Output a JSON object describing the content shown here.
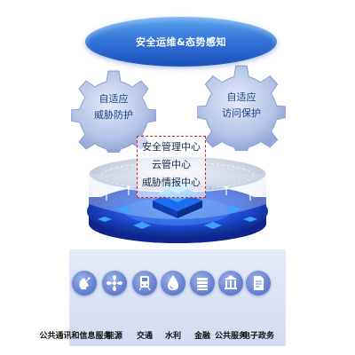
{
  "header": {
    "title": "安全运维&态势感知"
  },
  "gears": [
    {
      "line1": "自适应",
      "line2": "威胁防护"
    },
    {
      "line1": "自适应",
      "line2": "访问保护"
    }
  ],
  "center": {
    "lines": [
      "安全管理中心",
      "云管中心",
      "威胁情报中心"
    ]
  },
  "industries": [
    {
      "label": "公共通讯和信息服务",
      "icon": "satellite-dish-icon"
    },
    {
      "label": "能源",
      "icon": "fan-icon"
    },
    {
      "label": "交通",
      "icon": "train-icon"
    },
    {
      "label": "水利",
      "icon": "water-drop-icon"
    },
    {
      "label": "金融",
      "icon": "coin-stack-icon"
    },
    {
      "label": "公共服务",
      "icon": "government-building-icon"
    },
    {
      "label": "电子政务",
      "icon": "document-icon"
    }
  ],
  "colors": {
    "pill": "#2f6fd6",
    "gear": "#aab8e0",
    "frame": "#d62424",
    "industry_icon": "#6a86d2"
  }
}
